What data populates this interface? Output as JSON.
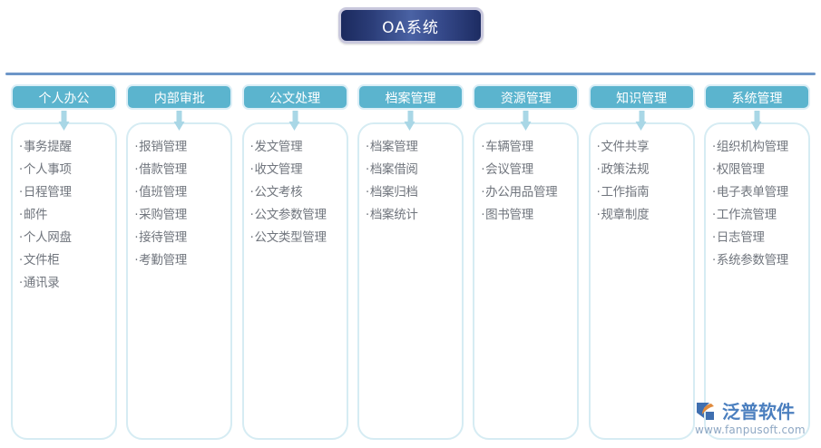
{
  "title": {
    "text": "OA系统",
    "box_gradient_from": "#1b2a5e",
    "box_gradient_to": "#4a62a4",
    "border_color": "#c9c8dd"
  },
  "divider": {
    "color": "#6d96c8"
  },
  "theme": {
    "header_bg": "#5bb4ce",
    "header_border": "#dbeef6",
    "panel_border": "#d6ecf3",
    "arrow_color": "#a9d7e6",
    "item_text": "#70757d",
    "bullet": "·"
  },
  "columns": [
    {
      "header": "个人办公",
      "items": [
        "事务提醒",
        "个人事项",
        "日程管理",
        "邮件",
        "个人网盘",
        "文件柜",
        "通讯录"
      ]
    },
    {
      "header": "内部审批",
      "items": [
        "报销管理",
        "借款管理",
        "值班管理",
        "采购管理",
        "接待管理",
        "考勤管理"
      ]
    },
    {
      "header": "公文处理",
      "items": [
        "发文管理",
        "收文管理",
        "公文考核",
        "公文参数管理",
        "公文类型管理"
      ]
    },
    {
      "header": "档案管理",
      "items": [
        "档案管理",
        "档案借阅",
        "档案归档",
        "档案统计"
      ]
    },
    {
      "header": "资源管理",
      "items": [
        "车辆管理",
        "会议管理",
        "办公用品管理",
        "图书管理"
      ]
    },
    {
      "header": "知识管理",
      "items": [
        "文件共享",
        "政策法规",
        "工作指南",
        "规章制度"
      ]
    },
    {
      "header": "系统管理",
      "items": [
        "组织机构管理",
        "权限管理",
        "电子表单管理",
        "工作流管理",
        "日志管理",
        "系统参数管理"
      ]
    }
  ],
  "logo": {
    "name": "泛普软件",
    "url": "www.fanpusoft.com",
    "brand_color": "#4b7fbf",
    "accent_color": "#e08a3c"
  }
}
